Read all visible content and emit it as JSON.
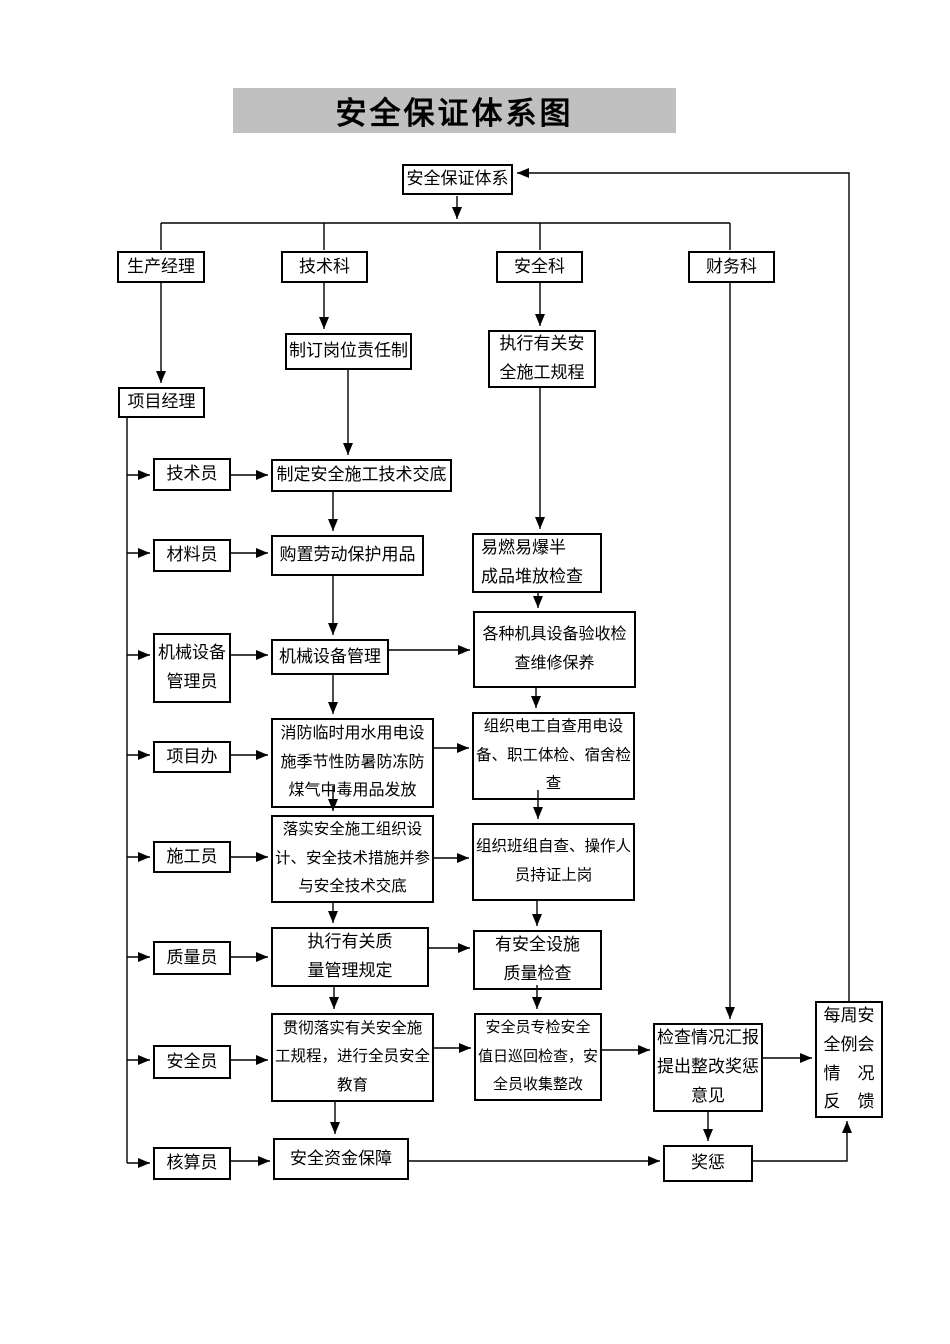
{
  "title": "安全保证体系图",
  "colors": {
    "title_bg": "#c0c0c0",
    "line": "#000000",
    "box_border": "#000000",
    "background": "#ffffff"
  },
  "nodes": {
    "root": {
      "text": "安全保证体系"
    },
    "production_manager": {
      "text": "生产经理"
    },
    "tech_dept": {
      "text": "技术科"
    },
    "safety_dept": {
      "text": "安全科"
    },
    "finance_dept": {
      "text": "财务科"
    },
    "post_responsibility": {
      "text": "制订岗位责任制"
    },
    "exec_safety_regulations": {
      "text": "执行有关安\n全施工规程"
    },
    "project_manager": {
      "text": "项目经理"
    },
    "technician": {
      "text": "技术员"
    },
    "tech_disclosure": {
      "text": "制定安全施工技术交底"
    },
    "material_clerk": {
      "text": "材料员"
    },
    "purchase_labor_protection": {
      "text": "购置劳动保护用品"
    },
    "flammable_check": {
      "text": "易燃易爆半\n成品堆放检查"
    },
    "machinery_admin": {
      "text": "机械设备\n管理员"
    },
    "machinery_mgmt": {
      "text": "机械设备管理"
    },
    "equipment_acceptance": {
      "text": "各种机具设备验收检\n查维修保养"
    },
    "project_office": {
      "text": "项目办"
    },
    "fire_seasonal": {
      "text": "消防临时用水用电设\n施季节性防暑防冻防\n煤气中毒用品发放"
    },
    "electrician_selfcheck": {
      "text": "组织电工自查用电设\n备、职工体检、宿舍检\n查"
    },
    "constructor": {
      "text": "施工员"
    },
    "implement_org_design": {
      "text": "落实安全施工组织设\n计、安全技术措施并参\n与安全技术交底"
    },
    "team_selfcheck": {
      "text": "组织班组自查、操作人\n员持证上岗"
    },
    "quality_inspector": {
      "text": "质量员"
    },
    "quality_regulations": {
      "text": "执行有关质\n量管理规定"
    },
    "safety_facility_check": {
      "text": "有安全设施\n质量检查"
    },
    "safety_officer": {
      "text": "安全员"
    },
    "implement_safety_education": {
      "text": "贯彻落实有关安全施\n工规程，进行全员安全\n教育"
    },
    "special_inspection": {
      "text": "安全员专检安全\n值日巡回检查，安\n全员收集整改"
    },
    "inspection_report": {
      "text": "检查情况汇报\n提出整改奖惩\n意见"
    },
    "weekly_meeting": {
      "text": "每周安\n全例会\n情　况\n反　馈"
    },
    "accountant": {
      "text": "核算员"
    },
    "safety_fund": {
      "text": "安全资金保障"
    },
    "reward_punishment": {
      "text": "奖惩"
    }
  }
}
